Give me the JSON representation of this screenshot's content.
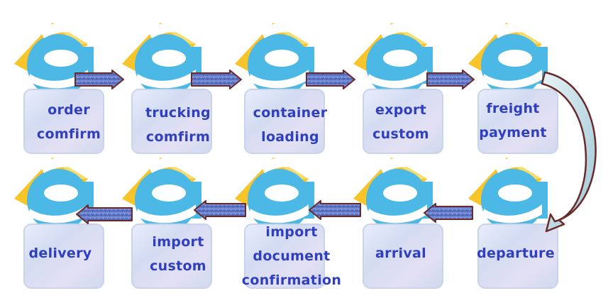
{
  "steps": [
    {
      "lines": [
        "order",
        "comfirm"
      ]
    },
    {
      "lines": [
        "trucking",
        "comfirm"
      ]
    },
    {
      "lines": [
        "container",
        "loading"
      ]
    },
    {
      "lines": [
        "export",
        "custom"
      ]
    },
    {
      "lines": [
        "freight",
        "payment"
      ]
    },
    {
      "lines": [
        "departure"
      ]
    },
    {
      "lines": [
        "arrival"
      ]
    },
    {
      "lines": [
        "import",
        "document",
        "confirmation"
      ]
    },
    {
      "lines": [
        "import",
        "custom"
      ]
    },
    {
      "lines": [
        "delivery"
      ]
    }
  ],
  "flow_order": [
    "order comfirm",
    "trucking comfirm",
    "container loading",
    "export custom",
    "freight payment",
    "departure",
    "arrival",
    "import document confirmation",
    "import custom",
    "delivery"
  ],
  "icon": "e-logo-icon",
  "colors": {
    "label_text": "#2f3fc0",
    "logo_blue": "#4cb8e6",
    "logo_yellow": "#f7c42a",
    "arrow_fill": "#5a72c0",
    "arrow_border": "#6b2a2a",
    "card_fill": "#dfe6f6"
  }
}
